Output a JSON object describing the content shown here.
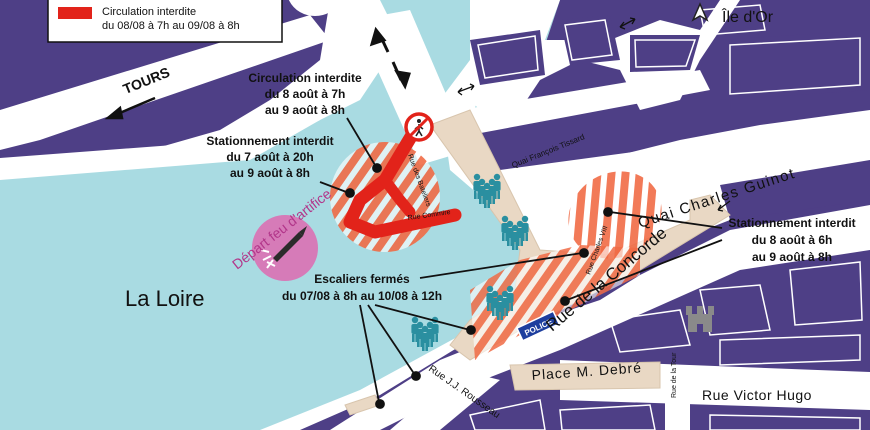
{
  "legend": {
    "title": "Circulation interdite",
    "dates": "du 08/08 à 7h au 09/08 à 8h",
    "swatch_color": "#e2231a"
  },
  "places": {
    "tours": "TOURS",
    "ile_dor": "Île d'Or",
    "la_loire": "La Loire",
    "quai_charles_guinot": "Quai Charles Guinot",
    "quai_francois_tissard": "Quai François Tissard",
    "rue_de_la_concorde": "Rue de la Concorde",
    "place_debre": "Place M. Debré",
    "rue_victor_hugo": "Rue Victor Hugo",
    "rue_jj_rousseau": "Rue J.J. Rousseau",
    "rue_charles_viii": "Rue Charles VIII",
    "rue_commire": "Rue Commire",
    "rue_des_bateliers": "Rue des Bateliers",
    "rue_de_la_tour": "Rue de la Tour"
  },
  "annotations": {
    "circulation": [
      "Circulation interdite",
      "du 8 août à 7h",
      "au 9 août à 8h"
    ],
    "stationnement_left": [
      "Stationnement interdit",
      "du 7 août à 20h",
      "au 9 août à 8h"
    ],
    "stationnement_right": [
      "Stationnement interdit",
      "du 8 août à 6h",
      "au 9 août à 8h"
    ],
    "escaliers": [
      "Escaliers fermés",
      "du 07/08 à 8h au 10/08 à 12h"
    ],
    "feu": "Départ feu d'artifice",
    "police": "POLICE"
  },
  "colors": {
    "river": "#a9dbe2",
    "roads": "#ffffff",
    "blocks": "#4e3f86",
    "pedestrian": "#e9d8c4",
    "hatch": "#f06b45",
    "red": "#e2231a",
    "firework": "#d67bb8",
    "crowd": "#2a8fa0"
  }
}
